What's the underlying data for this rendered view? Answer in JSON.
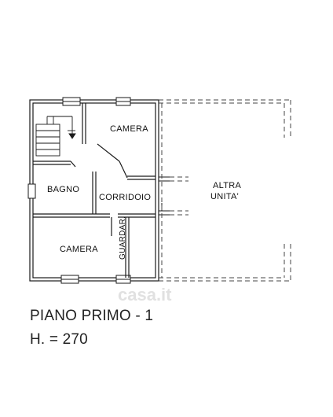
{
  "rooms": {
    "camera_top": "CAMERA",
    "bagno": "BAGNO",
    "corridoio": "CORRIDOIO",
    "camera_bottom": "CAMERA",
    "guardar": "GUARDAR.",
    "altra_line1": "ALTRA",
    "altra_line2": "UNITA'"
  },
  "caption": {
    "floor": "PIANO PRIMO - 1",
    "height": "H. = 270"
  },
  "watermark": "casa.it",
  "colors": {
    "wall": "#1a1a1a",
    "dashed": "#444444",
    "background": "#ffffff"
  }
}
